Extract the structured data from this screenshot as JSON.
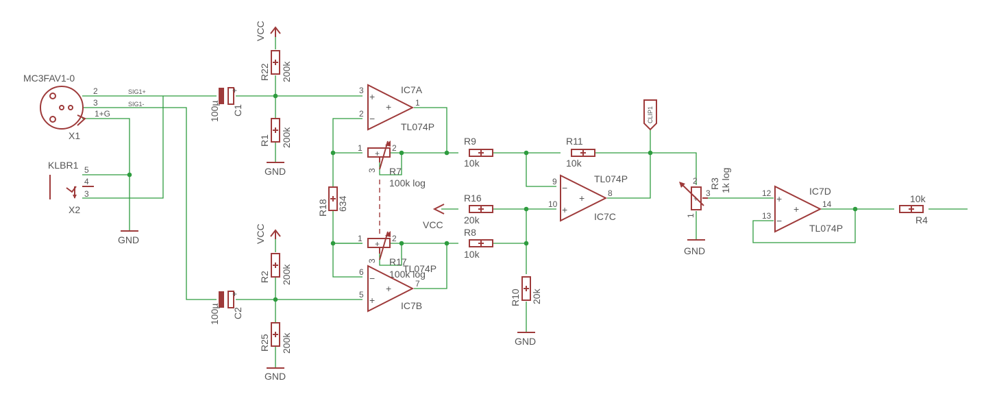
{
  "colors": {
    "wire": "#2e9c3f",
    "component": "#9e3a3a",
    "text": "#555555",
    "background": "#ffffff"
  },
  "x1": {
    "part": "MC3FAV1-0",
    "name": "X1",
    "pin2": "2",
    "pin3": "3",
    "pin1": "1+G"
  },
  "nets": {
    "sig1p": "SIG1+",
    "sig1m": "SIG1-",
    "clip": "CLIP1"
  },
  "x2": {
    "part": "KLBR1",
    "name": "X2",
    "pin5": "5",
    "pin4": "4",
    "pin3": "3"
  },
  "power": {
    "vcc": "VCC",
    "gnd": "GND"
  },
  "c1": {
    "name": "C1",
    "value": "100µ"
  },
  "c2": {
    "name": "C2",
    "value": "100µ"
  },
  "r22": {
    "name": "R22",
    "value": "200k"
  },
  "r1": {
    "name": "R1",
    "value": "200k"
  },
  "r2": {
    "name": "R2",
    "value": "200k"
  },
  "r25": {
    "name": "R25",
    "value": "200k"
  },
  "r18": {
    "name": "R18",
    "value": "634"
  },
  "r7": {
    "name": "R7",
    "value": "100k log",
    "p1": "1",
    "p2": "2",
    "p3": "3"
  },
  "r17": {
    "name": "R17",
    "value": "100k log",
    "p1": "1",
    "p2": "2",
    "p3": "3"
  },
  "r9": {
    "name": "R9",
    "value": "10k"
  },
  "r11": {
    "name": "R11",
    "value": "10k"
  },
  "r16": {
    "name": "R16",
    "value": "20k"
  },
  "r8": {
    "name": "R8",
    "value": "10k"
  },
  "r10": {
    "name": "R10",
    "value": "20k"
  },
  "r3": {
    "name": "R3",
    "value": "1k log",
    "p1": "1",
    "p2": "2",
    "p3": "3"
  },
  "r4": {
    "name": "R4",
    "value": "10k"
  },
  "ic7a": {
    "name": "IC7A",
    "part": "TL074P",
    "in_p": "3",
    "in_m": "2",
    "out": "1"
  },
  "ic7b": {
    "name": "IC7B",
    "part": "TL074P",
    "in_m": "6",
    "in_p": "5",
    "out": "7"
  },
  "ic7c": {
    "name": "IC7C",
    "part": "TL074P",
    "in_m": "9",
    "in_p": "10",
    "out": "8"
  },
  "ic7d": {
    "name": "IC7D",
    "part": "TL074P",
    "in_p": "12",
    "in_m": "13",
    "out": "14"
  },
  "opamp_signs": {
    "plus": "+",
    "minus": "−"
  }
}
